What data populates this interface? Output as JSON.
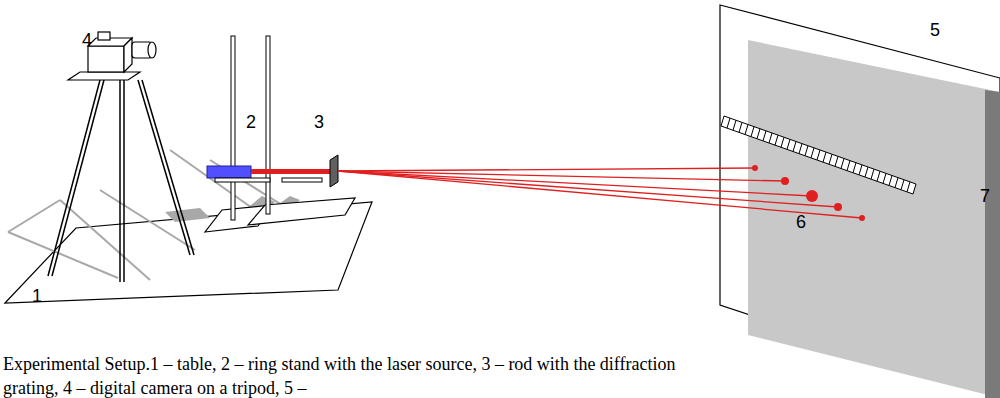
{
  "diagram": {
    "caption": "Experimental Setup.1 – table, 2 – ring stand with the laser source, 3 – rod with the diffraction grating, 4 – digital camera on a tripod, 5 –",
    "labels": [
      "4",
      "2",
      "3",
      "5",
      "6",
      "7",
      "1"
    ]
  }
}
